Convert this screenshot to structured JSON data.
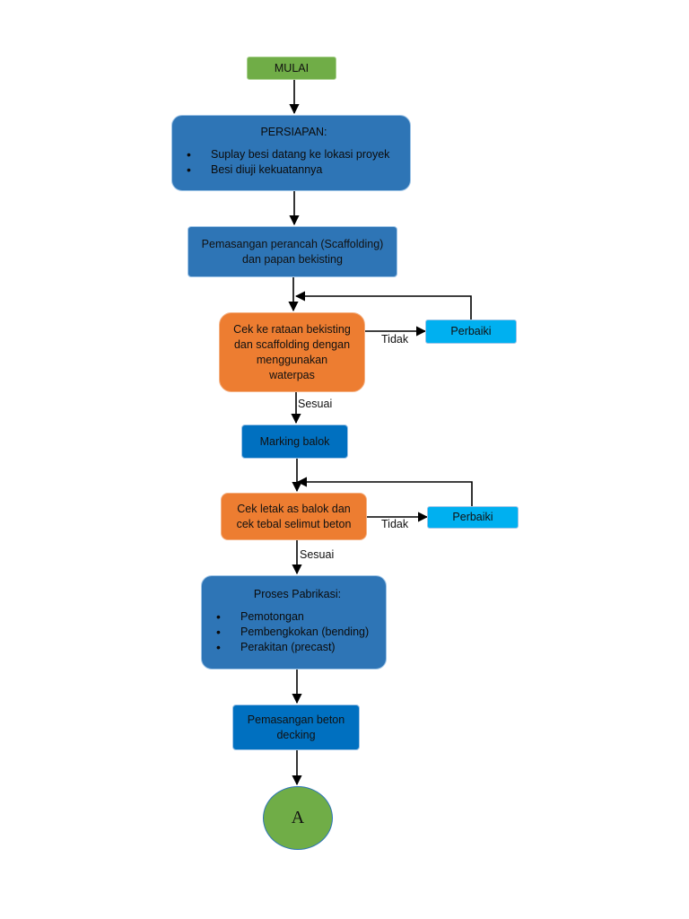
{
  "nodes": {
    "start": "MULAI",
    "prep_title": "PERSIAPAN:",
    "prep_items": [
      "Suplay besi datang ke lokasi proyek",
      "Besi diuji kekuatannya"
    ],
    "scaffold_line1": "Pemasangan perancah (Scaffolding)",
    "scaffold_line2": "dan papan bekisting",
    "check1_lines": [
      "Cek ke rataan bekisting",
      "dan scaffolding dengan",
      "menggunakan",
      "waterpas"
    ],
    "fix1": "Perbaiki",
    "marking": "Marking balok",
    "check2_lines": [
      "Cek letak as balok dan",
      "cek tebal selimut beton"
    ],
    "fix2": "Perbaiki",
    "fab_title": "Proses Pabrikasi:",
    "fab_items": [
      "Pemotongan",
      "Pembengkokan (bending)",
      "Perakitan (precast)"
    ],
    "deck_line1": "Pemasangan beton",
    "deck_line2": "decking",
    "connector": "A"
  },
  "edge_labels": {
    "no1": "Tidak",
    "yes1": "Sesuai",
    "no2": "Tidak",
    "yes2": "Sesuai"
  },
  "colors": {
    "start_green": "#70ad47",
    "process_blue": "#2e75b6",
    "marking_blue": "#0070c0",
    "decision_orange": "#ed7d31",
    "fix_cyan": "#00b0f0",
    "line": "#000000"
  }
}
